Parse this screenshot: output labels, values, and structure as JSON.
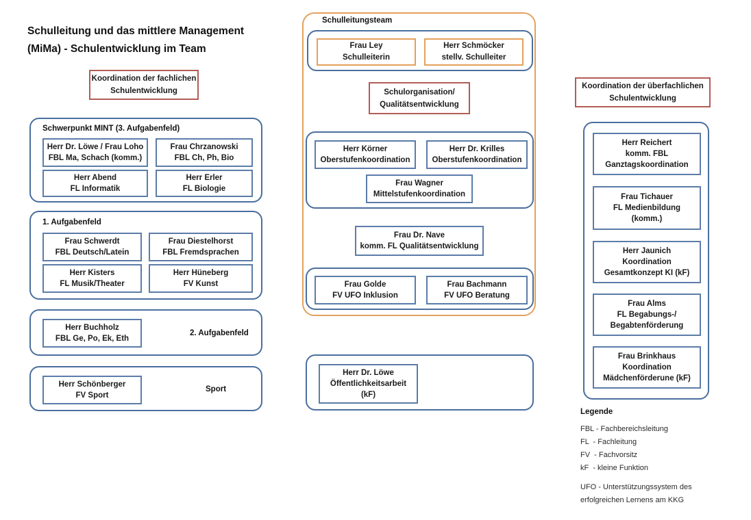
{
  "title": {
    "line1": "Schulleitung und das mittlere Management",
    "line2": "(MiMa) - Schulentwicklung im Team"
  },
  "left_column": {
    "heading_box": {
      "line1": "Koordination der fachlichen",
      "line2": "Schulentwicklung"
    },
    "groups": [
      {
        "title": "Schwerpunkt MINT (3. Aufgabenfeld)",
        "side_label": "",
        "boxes": [
          {
            "line1": "Herr Dr. Löwe / Frau Loho",
            "line2": "FBL Ma, Schach (komm.)"
          },
          {
            "line1": "Frau Chrzanowski",
            "line2": "FBL Ch, Ph, Bio"
          },
          {
            "line1": "Herr Abend",
            "line2": "FL Informatik"
          },
          {
            "line1": "Herr Erler",
            "line2": "FL Biologie"
          }
        ]
      },
      {
        "title": "1. Aufgabenfeld",
        "side_label": "",
        "boxes": [
          {
            "line1": "Frau Schwerdt",
            "line2": "FBL Deutsch/Latein"
          },
          {
            "line1": "Frau Diestelhorst",
            "line2": "FBL Fremdsprachen"
          },
          {
            "line1": "Herr Kisters",
            "line2": "FL Musik/Theater"
          },
          {
            "line1": "Herr Hüneberg",
            "line2": "FV Kunst"
          }
        ]
      },
      {
        "title": "",
        "side_label": "2. Aufgabenfeld",
        "boxes": [
          {
            "line1": "Herr Buchholz",
            "line2": "FBL Ge, Po, Ek, Eth"
          }
        ]
      },
      {
        "title": "",
        "side_label": "Sport",
        "boxes": [
          {
            "line1": "Herr Schönberger",
            "line2": "FV Sport"
          }
        ]
      }
    ]
  },
  "center_column": {
    "team_title": "Schulleitungsteam",
    "leadership": [
      {
        "line1": "Frau Ley",
        "line2": "Schulleiterin"
      },
      {
        "line1": "Herr Schmöcker",
        "line2": "stellv. Schulleiter"
      }
    ],
    "org_box": {
      "line1": "Schulorganisation/",
      "line2": "Qualitätsentwicklung"
    },
    "coordination": [
      {
        "line1": "Herr Körner",
        "line2": "Oberstufenkoordination"
      },
      {
        "line1": "Herr Dr. Krilles",
        "line2": "Oberstufenkoordination"
      },
      {
        "line1": "Frau Wagner",
        "line2": "Mittelstufenkoordination"
      }
    ],
    "quality": {
      "line1": "Frau Dr. Nave",
      "line2": "komm. FL Qualitätsentwicklung"
    },
    "ufo": [
      {
        "line1": "Frau Golde",
        "line2": "FV UFO Inklusion"
      },
      {
        "line1": "Frau Bachmann",
        "line2": "FV UFO Beratung"
      }
    ],
    "public_relations": {
      "line1": "Herr Dr. Löwe",
      "line2": "Öffentlichkeitsarbeit",
      "line3": "(kF)"
    }
  },
  "right_column": {
    "heading_box": {
      "line1": "Koordination der überfachlichen",
      "line2": "Schulentwicklung"
    },
    "boxes": [
      {
        "line1": "Herr Reichert",
        "line2": "komm. FBL",
        "line3": "Ganztagskoordination"
      },
      {
        "line1": "Frau Tichauer",
        "line2": "FL Medienbildung",
        "line3": "(komm.)"
      },
      {
        "line1": "Herr Jaunich",
        "line2": "Koordination",
        "line3": "Gesamtkonzept KI  (kF)"
      },
      {
        "line1": "Frau Alms",
        "line2": "FL Begabungs-/",
        "line3": "Begabtenförderung"
      },
      {
        "line1": "Frau Brinkhaus",
        "line2": "Koordination",
        "line3": "Mädchenförderune (kF)"
      }
    ]
  },
  "legend": {
    "title": "Legende",
    "entries": [
      "FBL - Fachbereichsleitung",
      "FL  - Fachleitung",
      "FV  - Fachvorsitz",
      "kF  - kleine Funktion"
    ],
    "note": [
      "UFO - Unterstützungssystem des",
      "erfolgreichen Lernens am KKG"
    ]
  },
  "colors": {
    "blue": "#4A6E9E",
    "box_blue": "#5B7CA8",
    "orange": "#E3A15C",
    "red": "#B25B55",
    "text": "#1a1a1a"
  }
}
